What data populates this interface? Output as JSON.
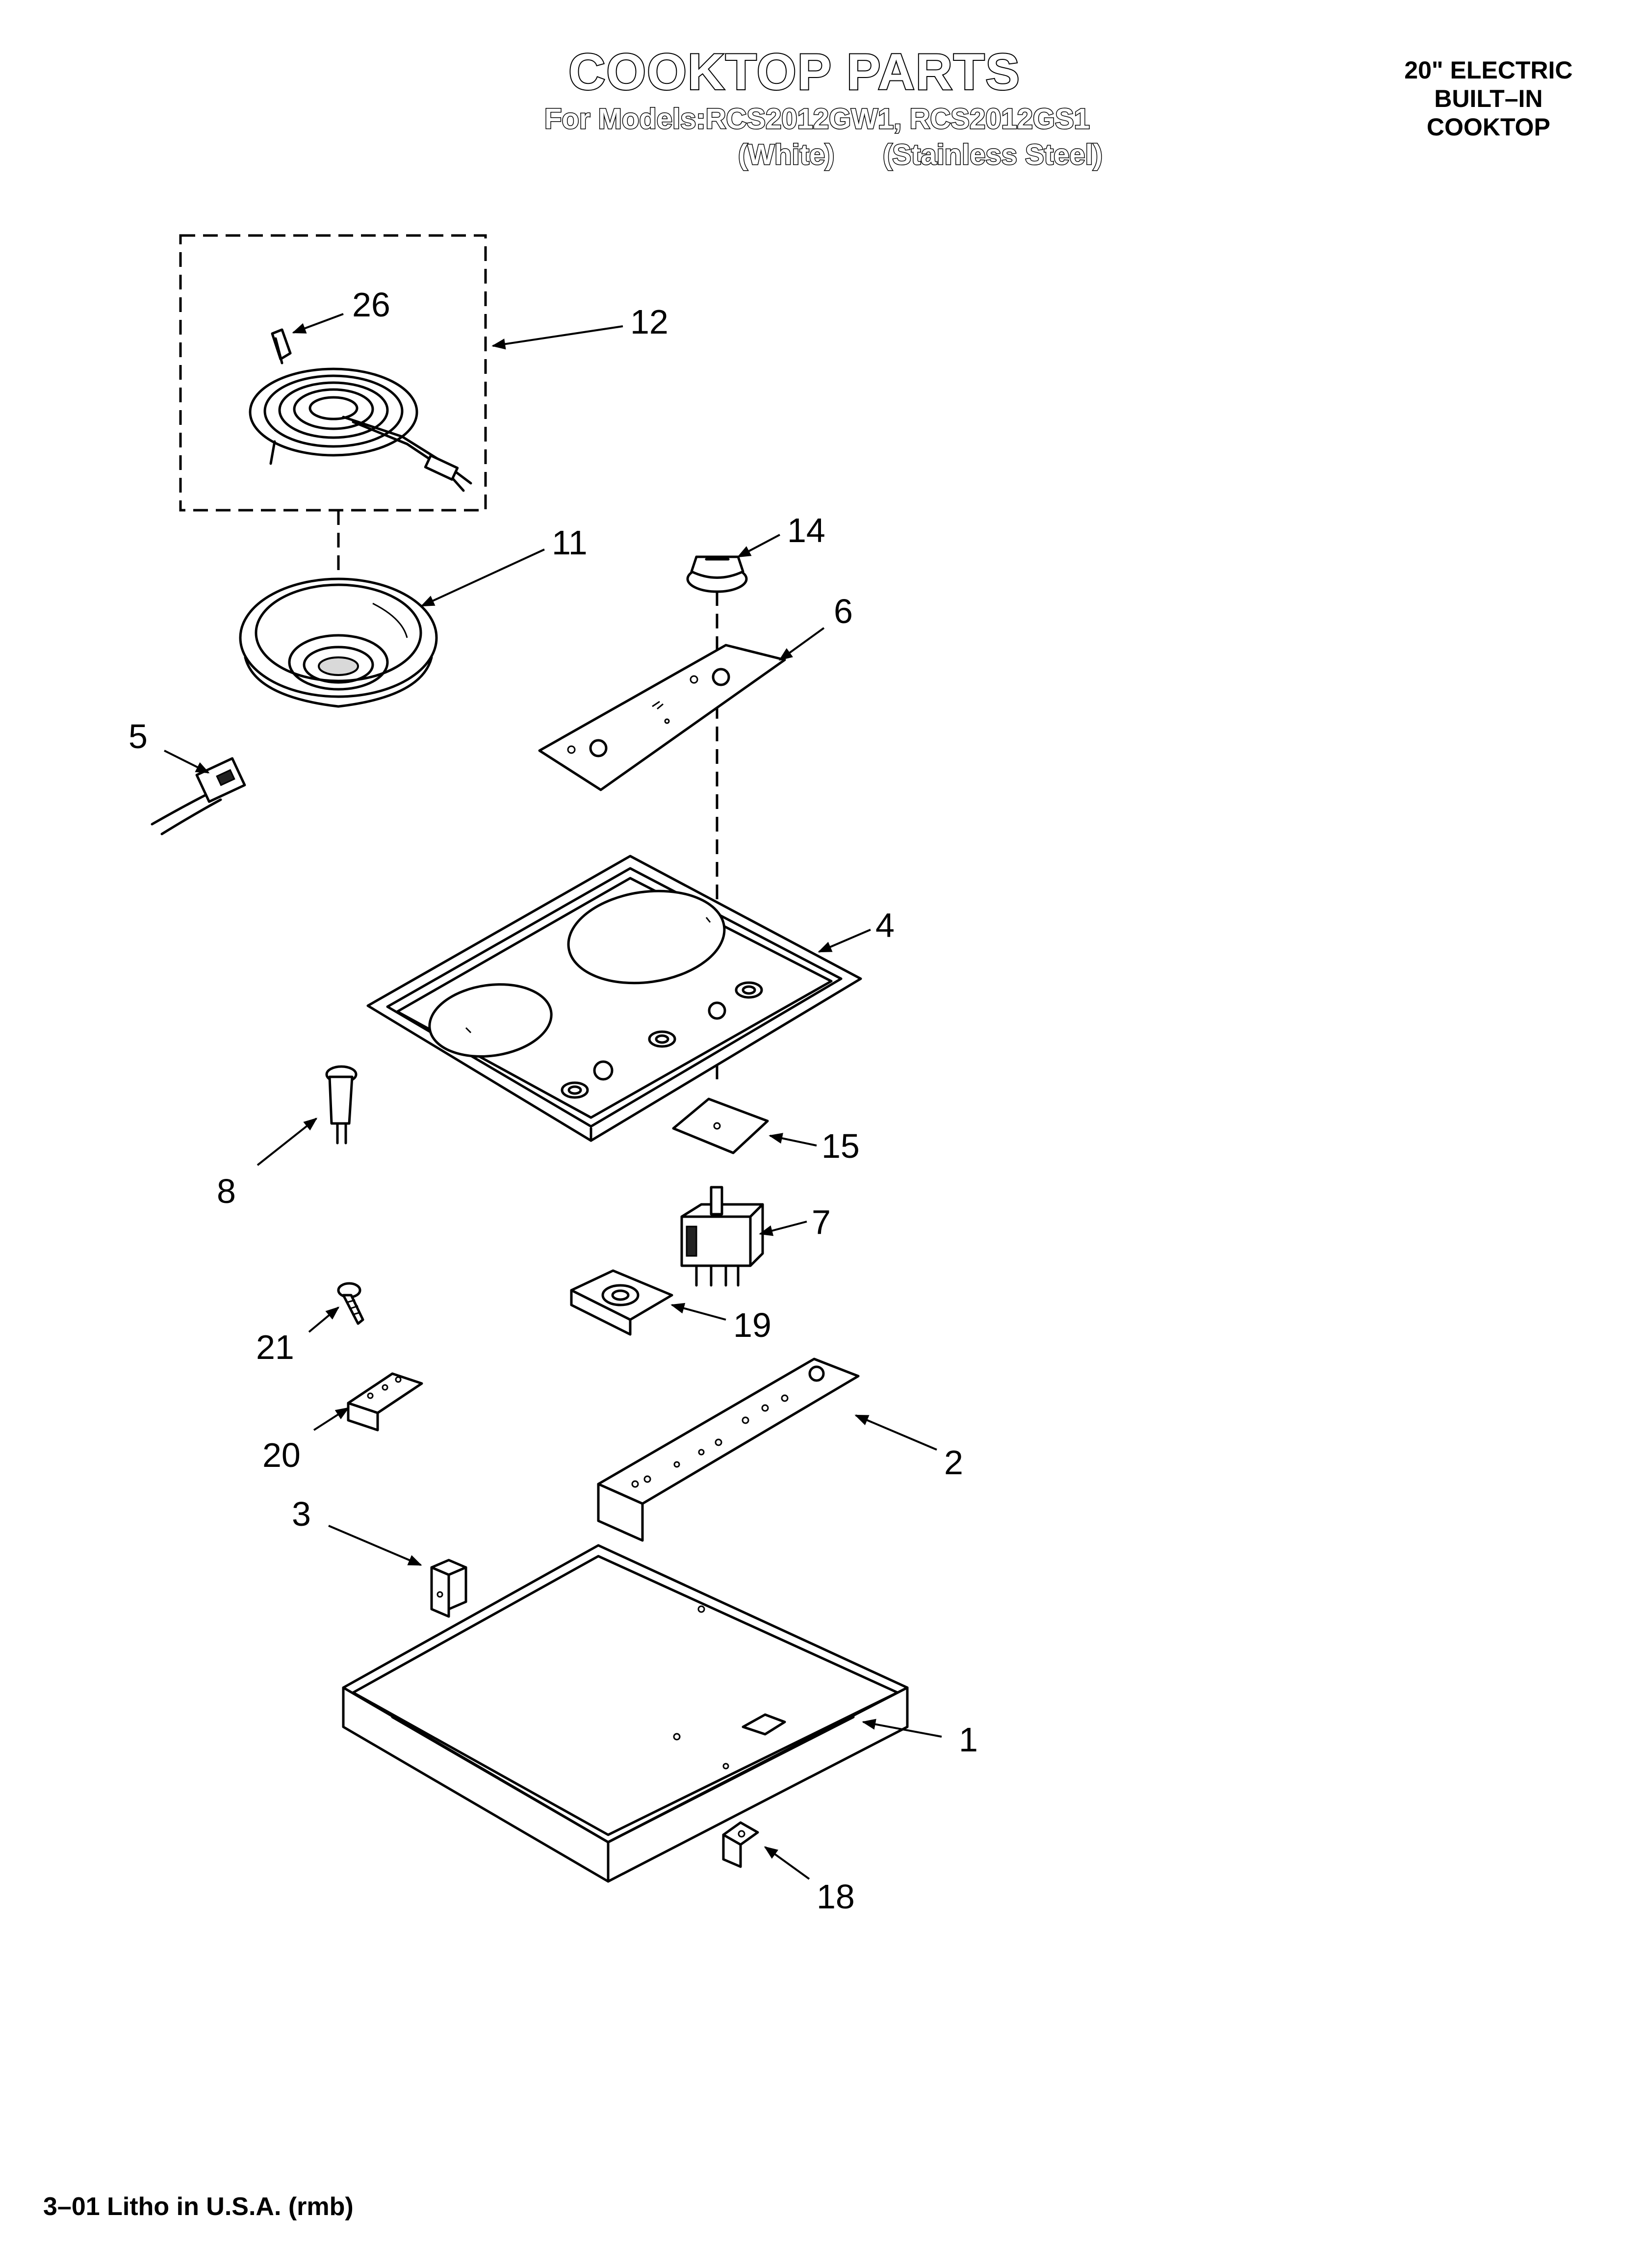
{
  "header": {
    "title": "COOKTOP PARTS",
    "models_line": "For Models:RCS2012GW1, RCS2012GS1",
    "color_white": "(White)",
    "color_stainless": "(Stainless Steel)"
  },
  "corner_label": {
    "line1": "20\" ELECTRIC",
    "line2": "BUILT–IN",
    "line3": "COOKTOP"
  },
  "callouts": {
    "c26": "26",
    "c12": "12",
    "c11": "11",
    "c14": "14",
    "c6": "6",
    "c5": "5",
    "c4": "4",
    "c8": "8",
    "c15": "15",
    "c7": "7",
    "c21": "21",
    "c19": "19",
    "c20": "20",
    "c2": "2",
    "c3": "3",
    "c1": "1",
    "c18": "18"
  },
  "footer": {
    "litho": "3–01 Litho in U.S.A. (rmb)"
  }
}
